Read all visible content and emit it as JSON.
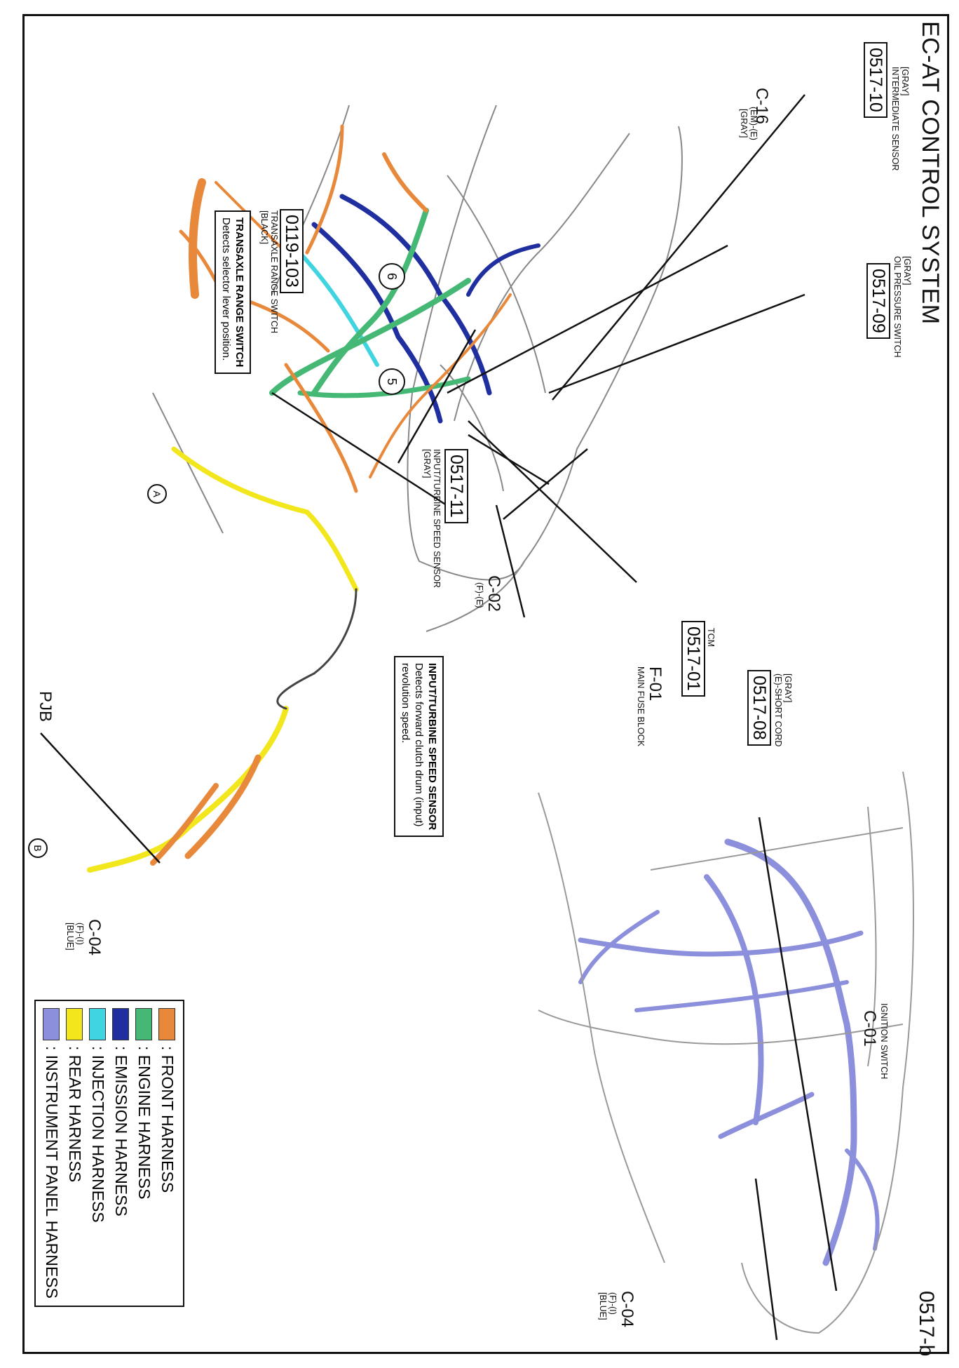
{
  "title": "EC-AT CONTROL SYSTEM",
  "page_code": "0517-b",
  "connectors": {
    "c0517_10": {
      "code": "0517-10",
      "color": "[GRAY]",
      "desc": "INTERMEDIATE SENSOR"
    },
    "c0517_09": {
      "code": "0517-09",
      "color": "[GRAY]",
      "desc": "OIL PRESSURE SWITCH"
    },
    "c0119_103": {
      "code": "0119-103",
      "desc": "TRANSAXLE RANGE SWITCH",
      "color": "[BLACK]"
    },
    "c0517_11": {
      "code": "0517-11",
      "desc": "INPUT/TURBINE SPEED SENSOR",
      "color": "[GRAY]"
    },
    "c0517_01": {
      "code": "0517-01",
      "desc": "TCM"
    },
    "c0517_08": {
      "code": "0517-08",
      "color": "[GRAY]",
      "desc": "(E)-SHORT CORD"
    },
    "c16": {
      "code": "C-16",
      "l1": "(EM)-(E)",
      "l2": "[GRAY]"
    },
    "c02": {
      "code": "C-02",
      "l1": "(F)-(E)"
    },
    "f01": {
      "code": "F-01",
      "desc": "MAIN FUSE BLOCK"
    },
    "c01": {
      "code": "C-01",
      "desc": "IGNITION SWITCH"
    },
    "c04a": {
      "code": "C-04",
      "l1": "(F)-(I)",
      "l2": "[BLUE]"
    },
    "c04b": {
      "code": "C-04",
      "l1": "(F)-(I)",
      "l2": "[BLUE]"
    },
    "pjb": {
      "code": "PJB"
    }
  },
  "circles": {
    "six": "6",
    "five": "5",
    "a": "A",
    "b": "B"
  },
  "notes": {
    "trs": {
      "title": "TRANSAXLE RANGE SWITCH",
      "body": "Detects selector lever position."
    },
    "its": {
      "title": "INPUT/TURBINE SPEED SENSOR",
      "line1": "Detects forward clutch drum (input)",
      "line2": "revolution speed."
    }
  },
  "legend": [
    {
      "label": ": FRONT HARNESS",
      "color": "#e8883a"
    },
    {
      "label": ": ENGINE HARNESS",
      "color": "#44b874"
    },
    {
      "label": ": EMISSION HARNESS",
      "color": "#1f2fa0"
    },
    {
      "label": ": INJECTION HARNESS",
      "color": "#3fd4e0"
    },
    {
      "label": ": REAR HARNESS",
      "color": "#f2e61c"
    },
    {
      "label": ": INSTRUMENT PANEL HARNESS",
      "color": "#8b8fdc"
    }
  ]
}
